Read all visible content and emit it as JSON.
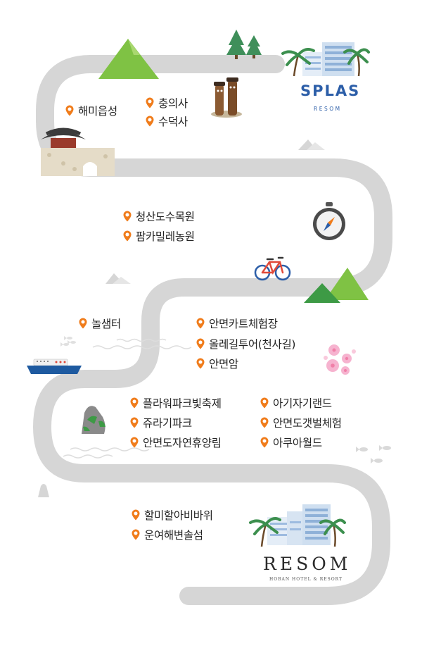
{
  "colors": {
    "road": "#d6d6d6",
    "pin": "#f07c1b",
    "mountain": "#7fc244",
    "mountain_dark": "#3d9a45",
    "brand_blue": "#2c5ea8",
    "ship": "#1e5aa0"
  },
  "icons": [
    "location-pin-icon",
    "mountain-icon",
    "pine-tree-icon",
    "hotel-building-icon",
    "palm-tree-icon",
    "totem-icon",
    "korean-gate-icon",
    "compass-icon",
    "bicycle-icon",
    "ship-icon",
    "cherry-blossom-icon",
    "rock-island-icon",
    "fish-icon",
    "wave-icon"
  ],
  "splas": {
    "logo": "SPLAS",
    "sub": "RESOM"
  },
  "resom": {
    "logo": "RESOM",
    "sub": "HOBAN HOTEL & RESORT"
  },
  "spots": [
    {
      "name": "해미읍성"
    },
    {
      "name": "충의사"
    },
    {
      "name": "수덕사"
    },
    {
      "name": "청산도수목원"
    },
    {
      "name": "팜카밀레농원"
    },
    {
      "name": "놀샘터"
    },
    {
      "name": "안면카트체험장"
    },
    {
      "name": "올레길투어(천사길)"
    },
    {
      "name": "안면암"
    },
    {
      "name": "플라워파크빛축제"
    },
    {
      "name": "쥬라기파크"
    },
    {
      "name": "안면도자연휴양림"
    },
    {
      "name": "아기자기랜드"
    },
    {
      "name": "안면도갯벌체험"
    },
    {
      "name": "아쿠아월드"
    },
    {
      "name": "할미할아비바위"
    },
    {
      "name": "운여해변솔섬"
    }
  ]
}
